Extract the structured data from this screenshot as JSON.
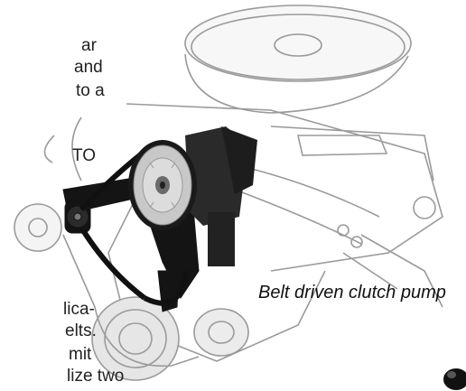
{
  "left_text_fragments": [
    "ar",
    "and",
    "to a",
    "TO",
    "lica-",
    "elts.",
    "mit",
    "lize two"
  ],
  "caption": "Belt driven clutch pump",
  "colors": {
    "background": "#ffffff",
    "engine_lines": "#9a9a9a",
    "bracket": "#141414",
    "pulley": "#c8c8c8",
    "pump_body": "#2a2a2a"
  },
  "image": {
    "subject": "engine-with-belt-driven-clutch-pump-illustration"
  }
}
